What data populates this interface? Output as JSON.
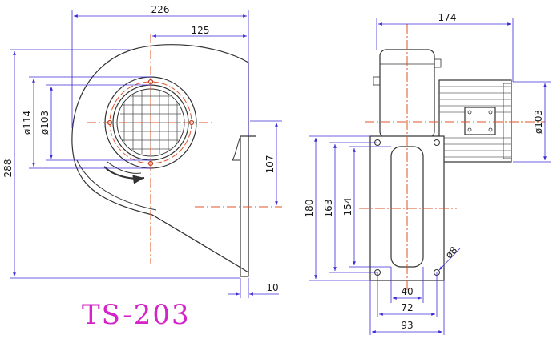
{
  "model": "TS-203",
  "colors": {
    "outline": "#333333",
    "dimension_line": "#3b2bd6",
    "center_line": "#e2542a",
    "title": "#d423c8"
  },
  "side_view": {
    "dims": {
      "overall_width": "226",
      "outlet_to_center": "125",
      "overall_height": "288",
      "flange_diameter": "ø114",
      "inlet_diameter": "ø103",
      "outlet_height": "107",
      "flange_thickness": "10"
    }
  },
  "front_view": {
    "dims": {
      "overall_depth": "174",
      "motor_diameter": "ø103",
      "flange_height": "180",
      "hole_spacing_outer": "163",
      "hole_spacing_inner": "154",
      "hole_diameter": "ø8",
      "outlet_width": "40",
      "hole_spacing_width": "72",
      "flange_width": "93"
    }
  }
}
